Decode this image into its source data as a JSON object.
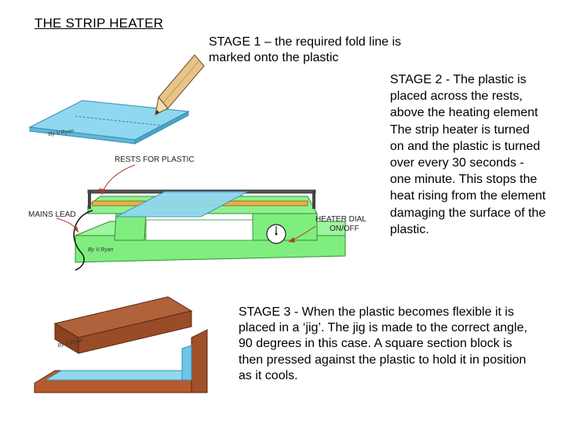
{
  "title": "THE STRIP HEATER",
  "stages": {
    "stage1": "STAGE 1 – the required fold line is marked onto the plastic",
    "stage2": "STAGE 2 - The plastic is placed across the rests, above the heating element The strip heater is turned on and the plastic is turned over every 30 seconds - one minute. This stops the heat rising from the element damaging the surface of the plastic.",
    "stage3": "STAGE 3 - When the plastic becomes flexible it is placed in a ‘jig’. The jig is made to the correct angle, 90 degrees in this case. A square section block is then pressed against the plastic to hold it in position as it cools."
  },
  "labels": {
    "rests": "RESTS FOR PLASTIC",
    "mains": "MAINS LEAD",
    "dial_line1": "HEATER DIAL",
    "dial_line2": "ON/OFF"
  },
  "signatures": {
    "sig1": "By V.Ryan",
    "sig2": "By V.Ryan",
    "sig3": "By V.Ryan"
  },
  "colors": {
    "plastic": "#8fd8f0",
    "heater_body": "#7fee7f",
    "jig_wood": "#a0502a",
    "pencil": "#e8c48a"
  }
}
